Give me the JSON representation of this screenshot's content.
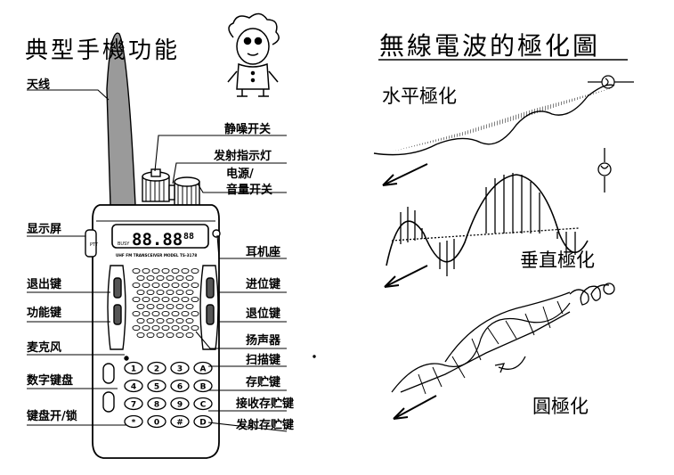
{
  "left": {
    "title": "典型手機功能",
    "labels": {
      "antenna": "天线",
      "display": "显示屏",
      "exit_key": "退出键",
      "function_key": "功能键",
      "microphone": "麦克风",
      "numeric_keypad": "数字键盘",
      "keypad_lock": "键盘开/锁",
      "squelch_switch": "静噪开关",
      "tx_indicator": "发射指示灯",
      "power": "电源/",
      "volume_switch": "音量开关",
      "earphone_jack": "耳机座",
      "advance_key": "进位键",
      "back_key": "退位键",
      "speaker": "扬声器",
      "scan_key": "扫描键",
      "store_key": "存贮键",
      "rx_store_key": "接收存贮键",
      "tx_store_key": "发射存贮键"
    },
    "device": {
      "ptt": "PTT",
      "lcd_digits": "88.88",
      "lcd_small": "88",
      "model_text": "UHF FM TRANSCEIVER MODEL TS-3178",
      "busy": "BUSY",
      "keys": [
        "1",
        "2",
        "3",
        "A",
        "4",
        "5",
        "6",
        "B",
        "7",
        "8",
        "9",
        "C",
        "*",
        "0",
        "#",
        "D"
      ]
    }
  },
  "right": {
    "title": "無線電波的極化圖",
    "horizontal": "水平極化",
    "vertical": "垂直極化",
    "circular": "圓極化"
  },
  "colors": {
    "ink": "#000000",
    "paper": "#ffffff"
  }
}
